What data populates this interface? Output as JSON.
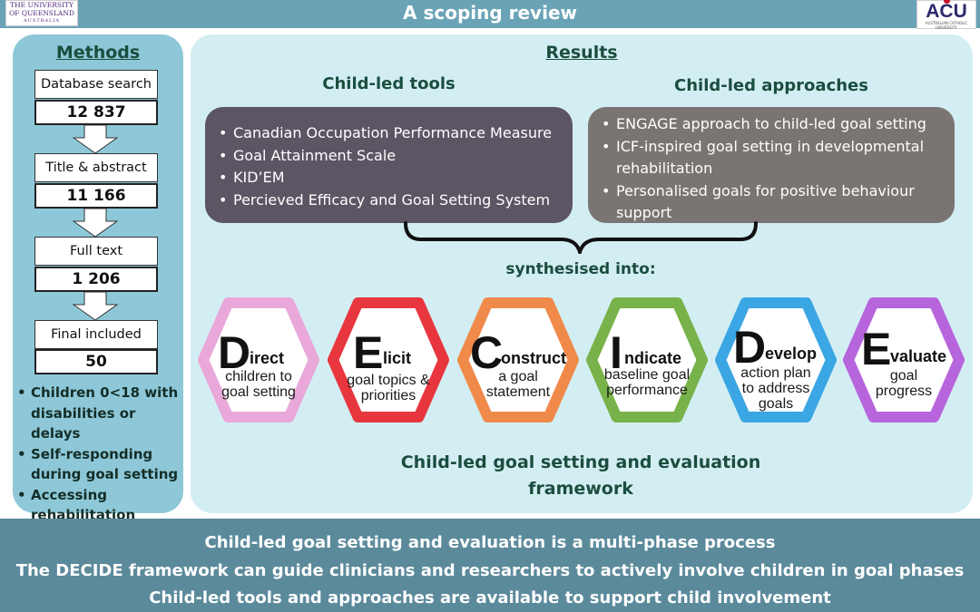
{
  "header": {
    "title": "A scoping review",
    "logo_left": {
      "line1": "THE UNIVERSITY",
      "line2": "OF QUEENSLAND",
      "line3": "AUSTRALIA"
    },
    "logo_right": {
      "name": "ACU",
      "sub": "AUSTRALIAN CATHOLIC UNIVERSITY"
    }
  },
  "methods": {
    "title": "Methods",
    "flow": [
      {
        "label": "Database search",
        "count": "12 837"
      },
      {
        "label": "Title & abstract",
        "count": "11 166"
      },
      {
        "label": "Full text",
        "count": "1 206"
      },
      {
        "label": "Final included",
        "count": "50"
      }
    ],
    "criteria": [
      "Children 0<18 with disabilities or delays",
      "Self-responding during goal setting",
      "Accessing rehabilitation"
    ]
  },
  "results": {
    "title": "Results",
    "tools_title": "Child-led tools",
    "tools": [
      "Canadian Occupation Performance Measure",
      "Goal Attainment Scale",
      "KID’EM",
      "Percieved Efficacy and Goal Setting System"
    ],
    "approaches_title": "Child-led approaches",
    "approaches": [
      "ENGAGE approach to child-led goal setting",
      "ICF-inspired goal setting  in developmental rehabilitation",
      "Personalised goals for positive behaviour support"
    ],
    "synthesised": "synthesised into:",
    "decide": [
      {
        "letter": "D",
        "rest": "irect",
        "desc": [
          "children to",
          "goal setting"
        ],
        "color": "#e9a8d9"
      },
      {
        "letter": "E",
        "rest": "licit",
        "desc": [
          "goal topics &",
          "priorities"
        ],
        "color": "#e8363f"
      },
      {
        "letter": "C",
        "rest": "onstruct",
        "desc": [
          "a goal",
          "statement"
        ],
        "color": "#f08a4b"
      },
      {
        "letter": "I",
        "rest": "ndicate",
        "desc": [
          "baseline goal",
          "performance"
        ],
        "color": "#78b24a"
      },
      {
        "letter": "D",
        "rest": "evelop",
        "desc": [
          "action plan",
          "to address",
          "goals"
        ],
        "color": "#3aa6e3"
      },
      {
        "letter": "E",
        "rest": "valuate",
        "desc": [
          "goal",
          "progress"
        ],
        "color": "#b765dc"
      }
    ],
    "framework_line1": "Child-led goal setting and evaluation",
    "framework_line2": "framework"
  },
  "conclusions": [
    "Child-led goal setting and evaluation is a multi-phase process",
    "The DECIDE framework can guide clinicians and researchers to actively involve children in goal phases",
    "Child-led tools and approaches are available to support child involvement"
  ]
}
